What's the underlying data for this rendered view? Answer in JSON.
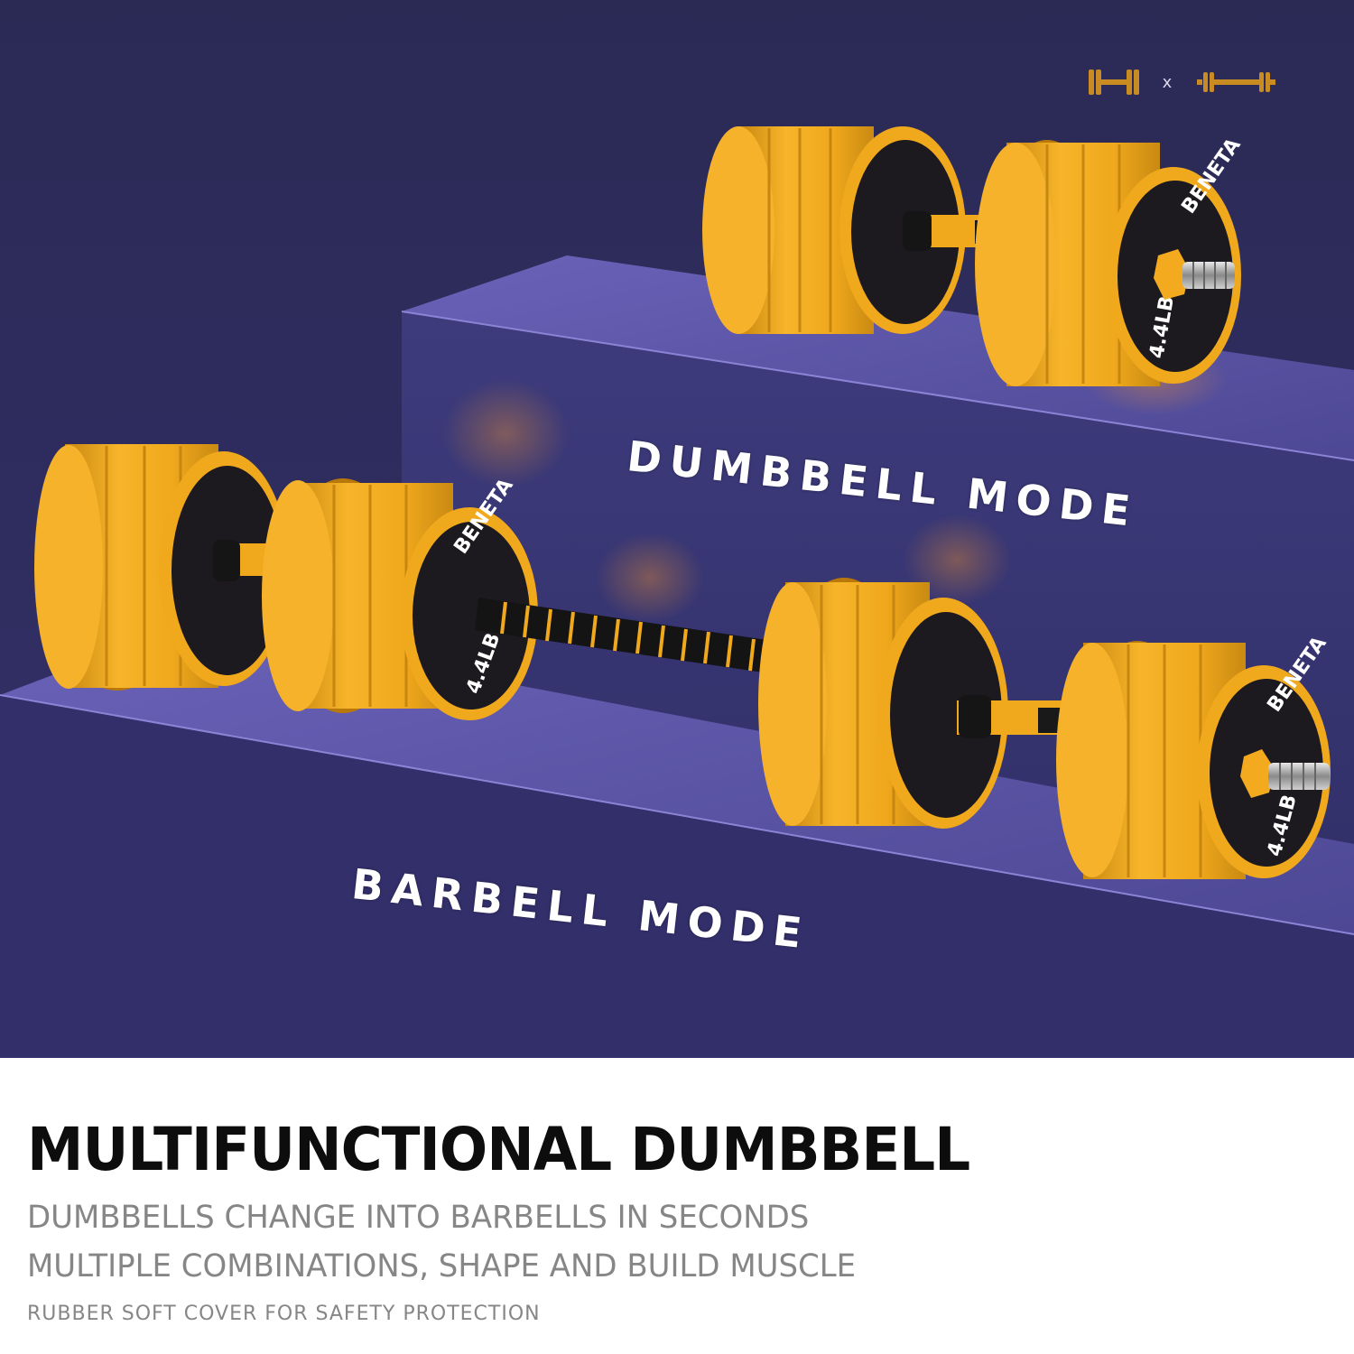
{
  "colors": {
    "background_top": "#2b2a55",
    "step_face": "#3b3a78",
    "step_top": "#5a54a6",
    "plate": "#f0a81c",
    "plate_shadow": "#b8780a",
    "plate_face_dark": "#1c1a1e",
    "text_white": "#ffffff",
    "headline": "#0d0d0d",
    "subtext": "#868686"
  },
  "icons": [
    "dumbbell-icon",
    "times-icon",
    "barbell-icon"
  ],
  "scene": {
    "icon_separator": "x",
    "dumbbell_mode_label": "DUMBBELL MODE",
    "barbell_mode_label": "BARBELL MODE",
    "plate_brand": "BENETA",
    "plate_weight": "4.4LB"
  },
  "caption": {
    "headline": "MULTIFUNCTIONAL DUMBBELL",
    "line1": "DUMBBELLS CHANGE INTO BARBELLS IN SECONDS",
    "line2": "MULTIPLE COMBINATIONS, SHAPE AND BUILD MUSCLE",
    "line3": "RUBBER SOFT COVER FOR SAFETY PROTECTION"
  }
}
